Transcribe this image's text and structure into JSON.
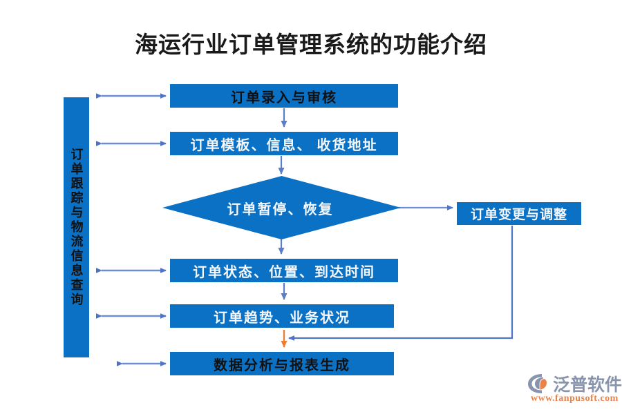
{
  "title": "海运行业订单管理系统的功能介绍",
  "colors": {
    "node_fill": "#0B71C5",
    "node_text_dark": "#111111",
    "node_text_light": "#F4F7FB",
    "connector_blue": "#4E74C8",
    "connector_orange": "#ED7D31",
    "title_text": "#1A1A1A",
    "logo_word": "#8894AD",
    "logo_url": "#E8834A",
    "logo_accent": "#E8834A",
    "background": "#FFFFFF"
  },
  "sidebar": {
    "label": "订单跟踪与物流信息查询"
  },
  "nodes": {
    "entry": {
      "label": "订单录入与审核"
    },
    "template": {
      "label": "订单模板、信息、 收货地址"
    },
    "decision": {
      "label": "订单暂停、恢复"
    },
    "change": {
      "label": "订单变更与调整"
    },
    "status": {
      "label": "订单状态、位置、到达时间"
    },
    "trend": {
      "label": "订单趋势、业务状况"
    },
    "report": {
      "label": "数据分析与报表生成"
    }
  },
  "connectors": [
    {
      "name": "sidebar-to-entry",
      "type": "double-arrow",
      "color": "#4E74C8"
    },
    {
      "name": "sidebar-to-template",
      "type": "double-arrow",
      "color": "#4E74C8"
    },
    {
      "name": "sidebar-to-status",
      "type": "double-arrow",
      "color": "#4E74C8"
    },
    {
      "name": "sidebar-to-trend",
      "type": "double-arrow",
      "color": "#4E74C8"
    },
    {
      "name": "sidebar-to-report",
      "type": "double-arrow",
      "color": "#4E74C8"
    },
    {
      "name": "entry-to-template",
      "type": "arrow-down",
      "color": "#4E74C8"
    },
    {
      "name": "template-to-decision",
      "type": "arrow-down",
      "color": "#4E74C8"
    },
    {
      "name": "decision-to-status",
      "type": "arrow-down",
      "color": "#4E74C8"
    },
    {
      "name": "decision-to-change",
      "type": "arrow-right",
      "color": "#4E74C8"
    },
    {
      "name": "status-to-trend",
      "type": "arrow-down",
      "color": "#4E74C8"
    },
    {
      "name": "change-to-report",
      "type": "elbow-arrow-left",
      "color": "#4E74C8"
    },
    {
      "name": "trend-to-report",
      "type": "arrow-down",
      "color": "#ED7D31"
    }
  ],
  "logo": {
    "word": "泛普软件",
    "url": "www.fanpusoft.com",
    "mark": "swoosh-icon"
  }
}
